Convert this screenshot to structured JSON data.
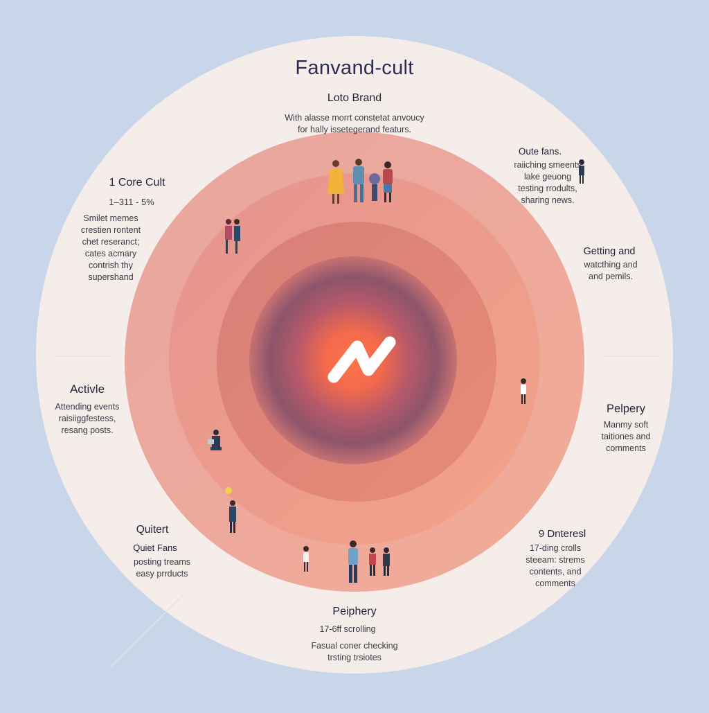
{
  "title": "Fanvand-cult",
  "center": {
    "heading": "Loto Brand",
    "lines": [
      "With alasse morrt constetat anvoucy",
      "for hally issetegerand featurs."
    ]
  },
  "segments": {
    "core_cult": {
      "heading": "1 Core Cult",
      "stat": "1–311 - 5%",
      "lines": [
        "Smilet memes",
        "crestien rontent",
        "chet reseranct;",
        "cates acmary",
        "contrish thy",
        "supershand"
      ]
    },
    "outer_fans": {
      "heading": "Oute fans.",
      "lines": [
        "raiiching smeents",
        "lake geuong",
        "testing rrodults,",
        "sharing news."
      ]
    },
    "getting": {
      "heading": "Getting and",
      "lines": [
        "watcthing and",
        "and pemils."
      ]
    },
    "active": {
      "heading": "Activle",
      "lines": [
        "Attending events",
        "raisiiggfestess,",
        "resang posts."
      ]
    },
    "pelpery_right": {
      "heading": "Pelpery",
      "lines": [
        "Manmy soft",
        "taitiones and",
        "comments"
      ]
    },
    "quiet": {
      "heading": "Quitert",
      "subheading": "Quiet Fans",
      "lines": [
        "posting treams",
        "easy prrducts"
      ]
    },
    "interest": {
      "heading": "9 Dnteresl",
      "lines": [
        "17-ding crolls",
        "steeam: strems",
        "contents, and",
        "comments"
      ]
    },
    "peiphery_bottom": {
      "heading": "Peiphery",
      "stat": "17-6ff scrolling",
      "lines": [
        "Fasual coner checking",
        "trsting trsiotes"
      ]
    }
  },
  "colors": {
    "background": "#c9d6ea",
    "outer_ring": "#f4ede9",
    "ring_2": "#e39a96",
    "ring_3": "#eea08e",
    "ring_4": "#d97f77",
    "core_dark": "#8a5269",
    "core_glow": "#ff7a4a",
    "logo_stroke": "#ffffff"
  },
  "icons": [
    "wave-logo-icon",
    "people-figure-icon"
  ]
}
